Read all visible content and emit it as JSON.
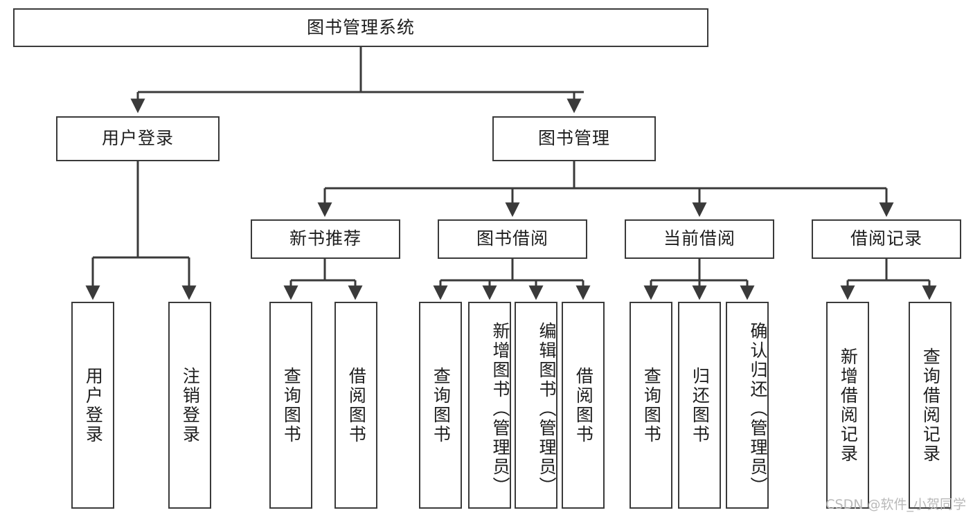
{
  "diagram": {
    "type": "tree",
    "title": "图书管理系统",
    "root": {
      "label": "图书管理系统"
    },
    "level2": [
      {
        "label": "用户登录"
      },
      {
        "label": "图书管理"
      }
    ],
    "level3": [
      {
        "label": "新书推荐"
      },
      {
        "label": "图书借阅"
      },
      {
        "label": "当前借阅"
      },
      {
        "label": "借阅记录"
      }
    ],
    "leaves": {
      "user_login": [
        {
          "label": "用户登录"
        },
        {
          "label": "注销登录"
        }
      ],
      "new_book_recommend": [
        {
          "label": "查询图书"
        },
        {
          "label": "借阅图书"
        }
      ],
      "book_borrow": [
        {
          "label": "查询图书"
        },
        {
          "label": "新增图书（管理员）"
        },
        {
          "label": "编辑图书（管理员）"
        },
        {
          "label": "借阅图书"
        }
      ],
      "current_borrow": [
        {
          "label": "查询图书"
        },
        {
          "label": "归还图书"
        },
        {
          "label": "确认归还（管理员）"
        }
      ],
      "borrow_record": [
        {
          "label": "新增借阅记录"
        },
        {
          "label": "查询借阅记录"
        }
      ]
    }
  },
  "watermark": {
    "text": "CSDN @软件_小贺同学"
  },
  "colors": {
    "stroke": "#3a3a3a",
    "text": "#1d1d1d",
    "background": "#ffffff",
    "watermark": "#b9b9b9"
  }
}
